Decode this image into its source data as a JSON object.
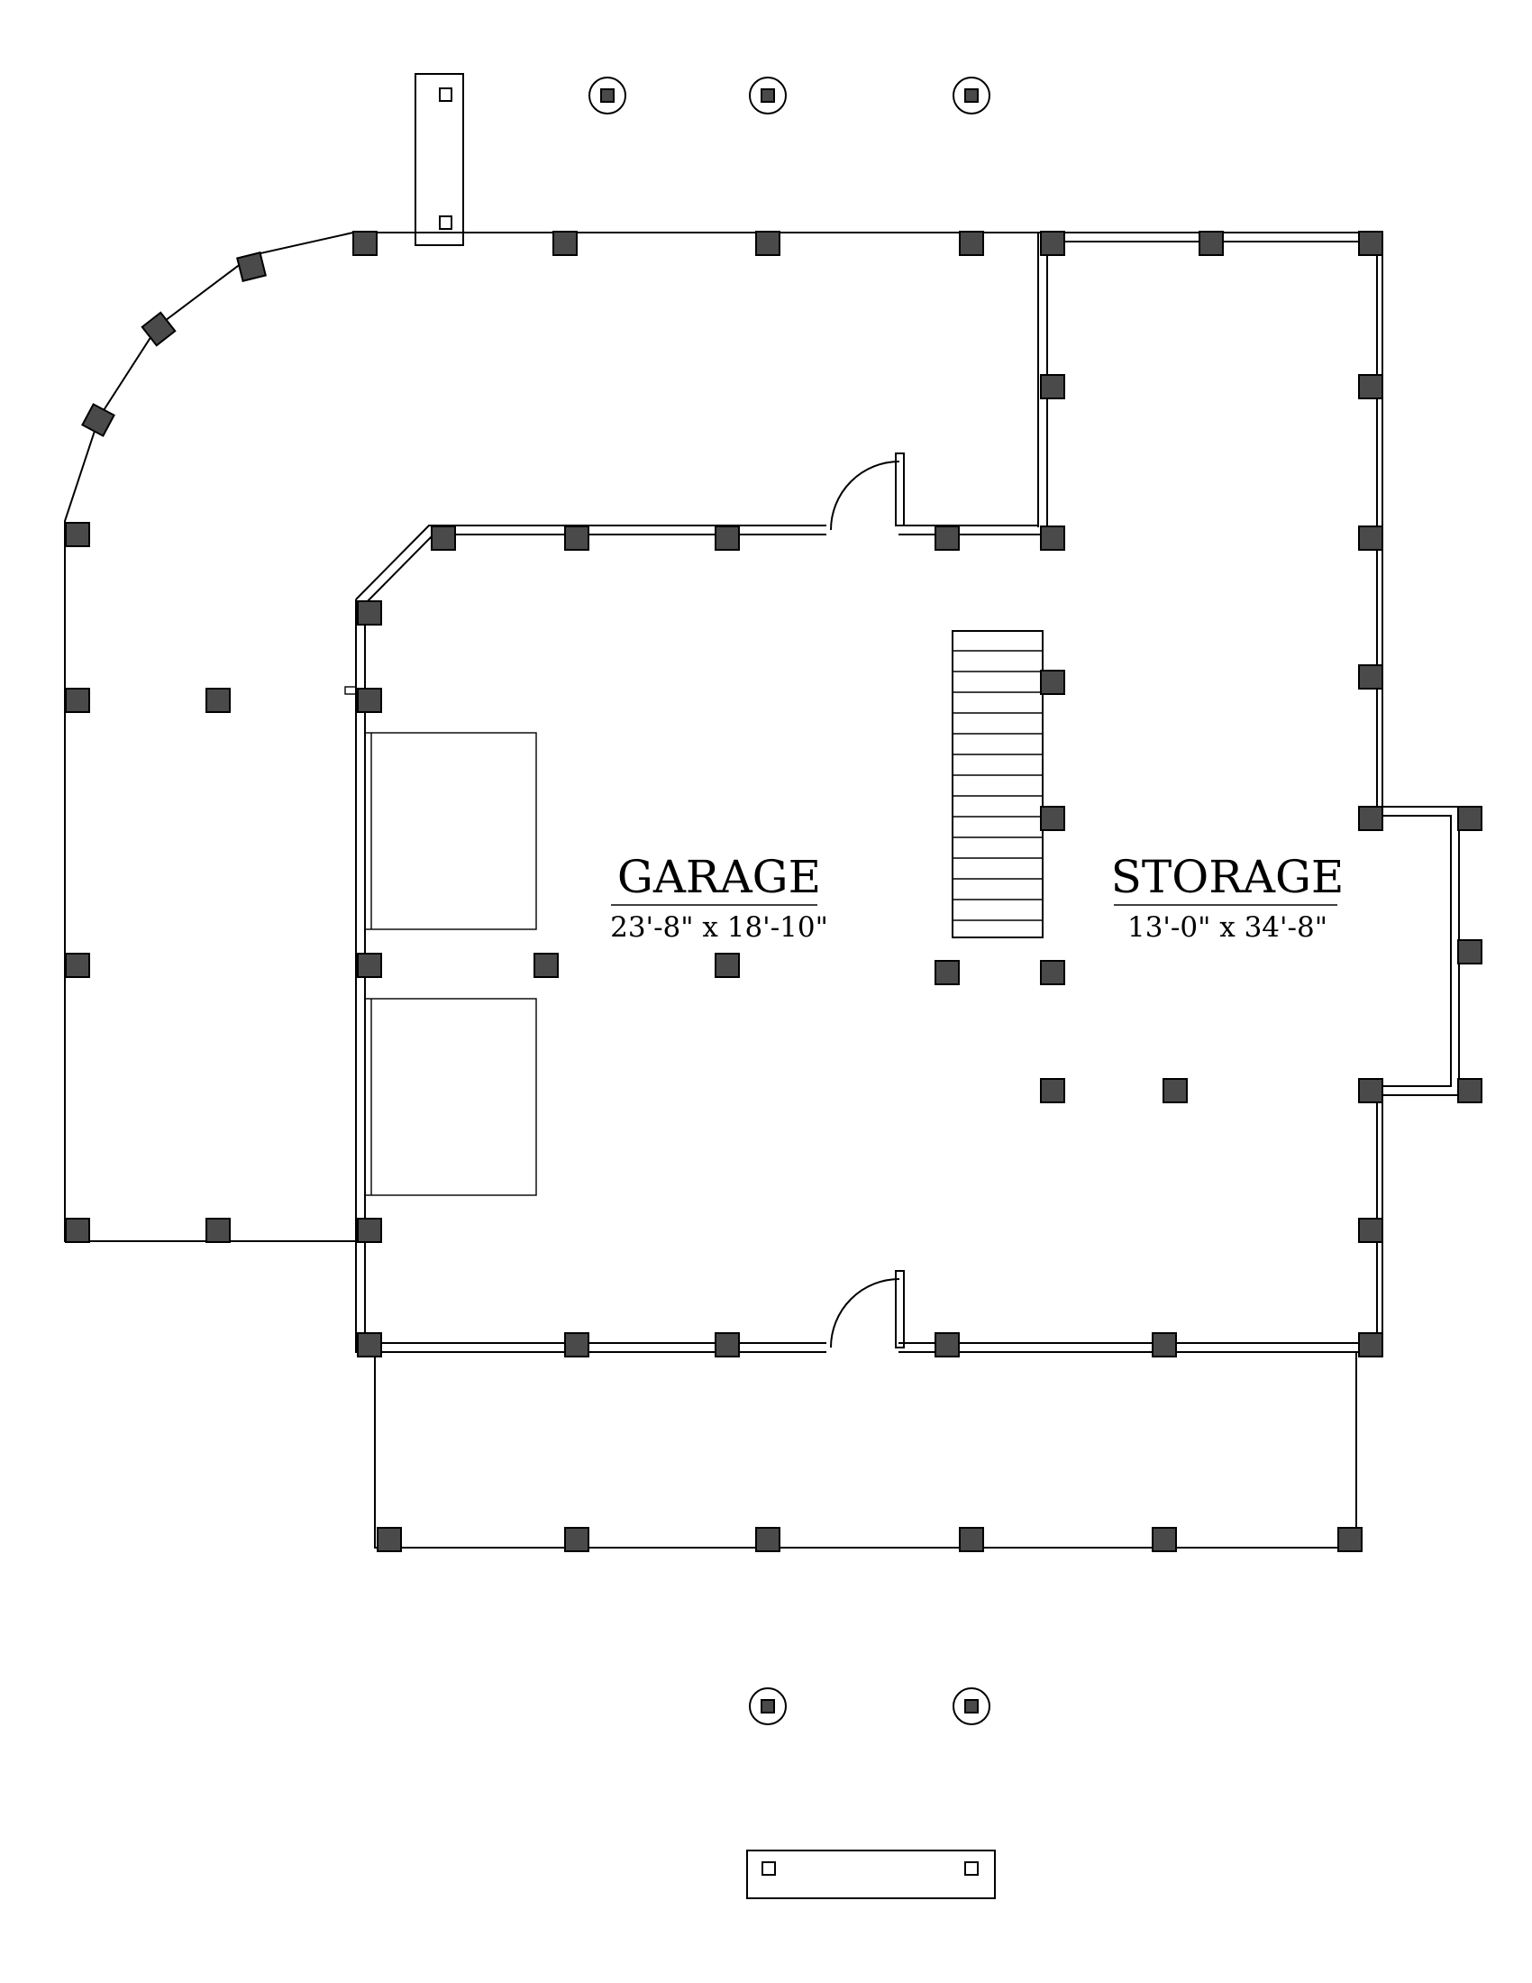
{
  "rooms": {
    "garage": {
      "name": "GARAGE",
      "dimensions": "23'-8\" x 18'-10\""
    },
    "storage": {
      "name": "STORAGE",
      "dimensions": "13'-0\" x 34'-8\""
    }
  },
  "colors": {
    "line": "#000000",
    "pier_fill": "#4a4a4a",
    "background": "#ffffff"
  }
}
